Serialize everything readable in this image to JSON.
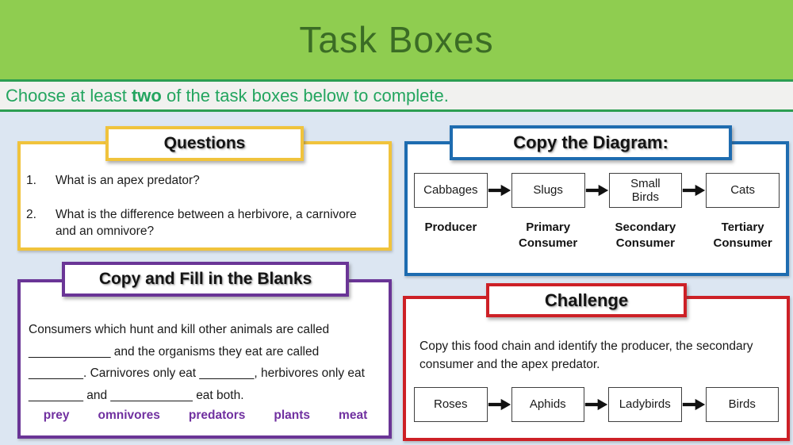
{
  "header": {
    "title": "Task Boxes"
  },
  "instruction": {
    "prefix": "Choose at least ",
    "bold_word": "two",
    "suffix": " of the task boxes below to complete."
  },
  "boxes": {
    "questions": {
      "title": "Questions",
      "items": [
        {
          "num": "1.",
          "text": "What is an apex predator?"
        },
        {
          "num": "2.",
          "text": "What is the difference between a herbivore, a carnivore and an omnivore?"
        }
      ]
    },
    "diagram": {
      "title": "Copy the Diagram:",
      "chain": [
        "Cabbages",
        "Slugs",
        "Small Birds",
        "Cats"
      ],
      "labels": [
        "Producer",
        "Primary Consumer",
        "Secondary Consumer",
        "Tertiary Consumer"
      ]
    },
    "blanks": {
      "title": "Copy and Fill in the Blanks",
      "lines": [
        "Consumers which hunt and kill other animals are called",
        "____________ and the organisms they eat are called",
        "________. Carnivores only eat ________, herbivores only eat",
        "________ and ____________ eat both."
      ],
      "word_bank": [
        "prey",
        "omnivores",
        "predators",
        "plants",
        "meat"
      ]
    },
    "challenge": {
      "title": "Challenge",
      "text": "Copy this food chain and identify the producer, the secondary consumer and the apex predator.",
      "chain": [
        "Roses",
        "Aphids",
        "Ladybirds",
        "Birds"
      ]
    }
  },
  "colors": {
    "header_green": "#8fcd50",
    "header_text_green": "#3b6c25",
    "instruction_text_green": "#23a55f",
    "divider_green": "#2c9e52",
    "slide_bg": "#dce6f2",
    "questions_yellow": "#f0c33c",
    "diagram_blue": "#1e6cb0",
    "blanks_purple": "#6a3596",
    "challenge_red": "#cd2026",
    "word_bank_purple": "#7030a0"
  }
}
